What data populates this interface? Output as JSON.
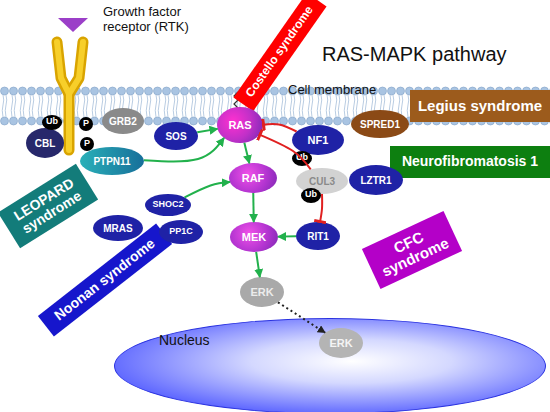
{
  "diagram": {
    "title": "RAS-MAPK pathway",
    "nodes": [
      {
        "text": [
          "Costello syndrome"
        ]
      },
      {
        "text": [
          "Legius syndrome"
        ]
      },
      {
        "text": [
          "Ub"
        ]
      },
      {
        "text": [
          "P"
        ]
      },
      {
        "text": [
          "P"
        ]
      },
      {
        "text": [
          "CBL"
        ]
      },
      {
        "text": [
          "GRB2"
        ]
      },
      {
        "text": [
          "SOS"
        ]
      },
      {
        "text": [
          "RAS"
        ]
      },
      {
        "text": [
          "NF1"
        ]
      },
      {
        "text": [
          "SPRED1"
        ]
      },
      {
        "text": [
          "Neurofibromatosis 1"
        ]
      },
      {
        "text": [
          "PTPN11"
        ]
      },
      {
        "text": [
          "LEOPARD syndrome"
        ]
      },
      {
        "text": [
          "RAF"
        ]
      },
      {
        "text": [
          "Ub"
        ]
      },
      {
        "text": [
          "CUL3"
        ]
      },
      {
        "text": [
          "LZTR1"
        ]
      },
      {
        "text": [
          "Ub"
        ]
      },
      {
        "text": [
          "SHOC2"
        ]
      },
      {
        "text": [
          "MRAS"
        ]
      },
      {
        "text": [
          "PP1C"
        ]
      },
      {
        "text": [
          "MEK"
        ]
      },
      {
        "text": [
          "RIT1"
        ]
      },
      {
        "text": [
          "CFC syndrome"
        ]
      },
      {
        "text": [
          "Noonan syndrome"
        ]
      },
      {
        "text": [
          "ERK"
        ]
      },
      {
        "text": [
          "Nucleus"
        ]
      },
      {
        "text": [
          "ERK"
        ],
        "in": 27
      }
    ],
    "edges": [
      {
        "from": 7,
        "to": 8,
        "arrow": "to"
      },
      {
        "from": 12,
        "to": 8,
        "arrow": "to"
      },
      {
        "from": 9,
        "to": 8,
        "arrow": "to"
      },
      {
        "from": 16,
        "to": 8,
        "arrow": "to"
      },
      {
        "from": 8,
        "to": 14,
        "arrow": "to"
      },
      {
        "from": 14,
        "to": 22,
        "arrow": "to"
      },
      {
        "from": 19,
        "to": 14,
        "arrow": "to"
      },
      {
        "from": 22,
        "to": 26,
        "arrow": "to"
      },
      {
        "from": 23,
        "to": 22,
        "arrow": "to"
      },
      {
        "from": 16,
        "to": 23,
        "arrow": "to"
      },
      {
        "from": 26,
        "to": 28,
        "arrow": "to"
      }
    ],
    "labels": [
      "Growth factor receptor (RTK)",
      "Cell membrane"
    ]
  }
}
